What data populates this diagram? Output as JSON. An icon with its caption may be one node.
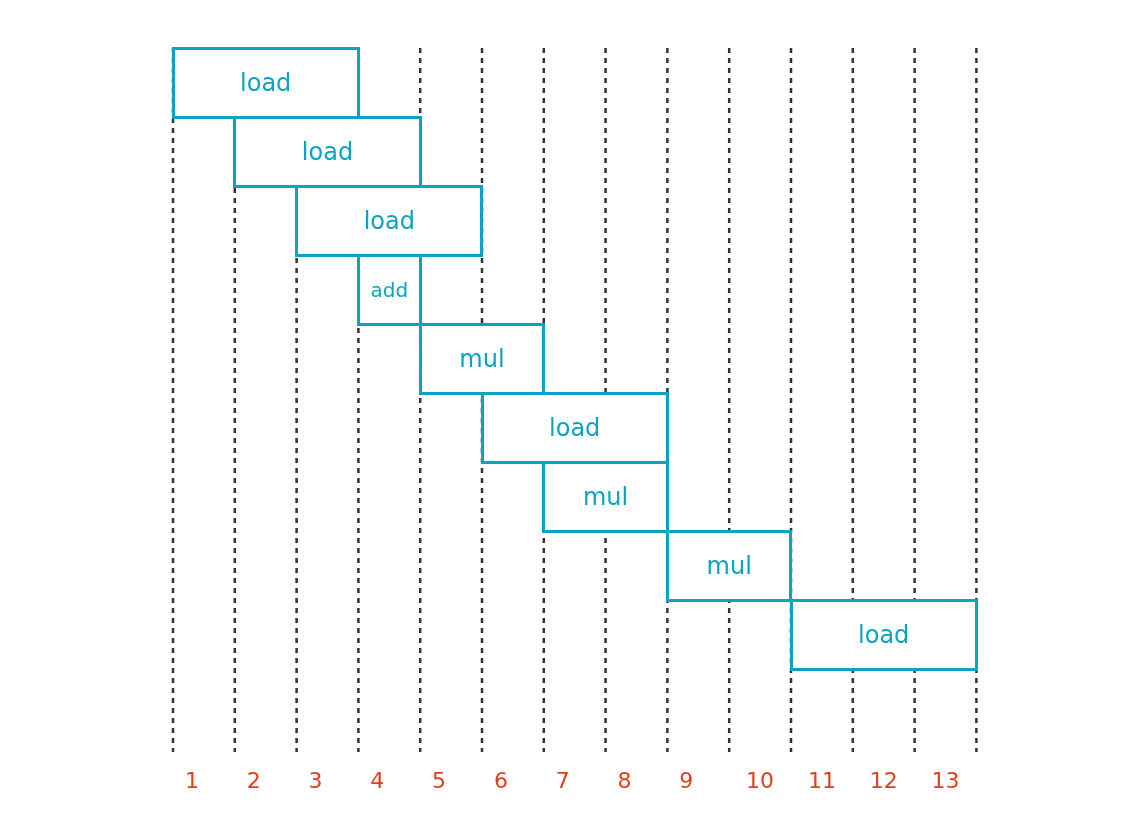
{
  "diagram": {
    "nodes": [
      {
        "text": [
          "load"
        ]
      },
      {
        "text": [
          "load"
        ]
      },
      {
        "text": [
          "load"
        ]
      },
      {
        "text": [
          "add"
        ]
      },
      {
        "text": [
          "mul"
        ]
      },
      {
        "text": [
          "load"
        ]
      },
      {
        "text": [
          "mul"
        ]
      },
      {
        "text": [
          "mul"
        ]
      },
      {
        "text": [
          "load"
        ]
      }
    ],
    "labels": [
      "1",
      "2",
      "3",
      "4",
      "5",
      "6",
      "7",
      "8",
      "9",
      "10",
      "11",
      "12",
      "13"
    ]
  }
}
